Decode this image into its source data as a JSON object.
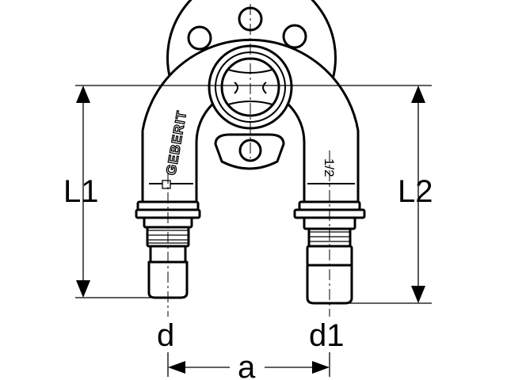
{
  "labels": {
    "L1": "L1",
    "L2": "L2",
    "d": "d",
    "d1": "d1",
    "a": "a"
  },
  "markings": {
    "brand": "GEBERIT",
    "size": "1/2"
  },
  "colors": {
    "line": "#000000",
    "background": "#ffffff"
  }
}
